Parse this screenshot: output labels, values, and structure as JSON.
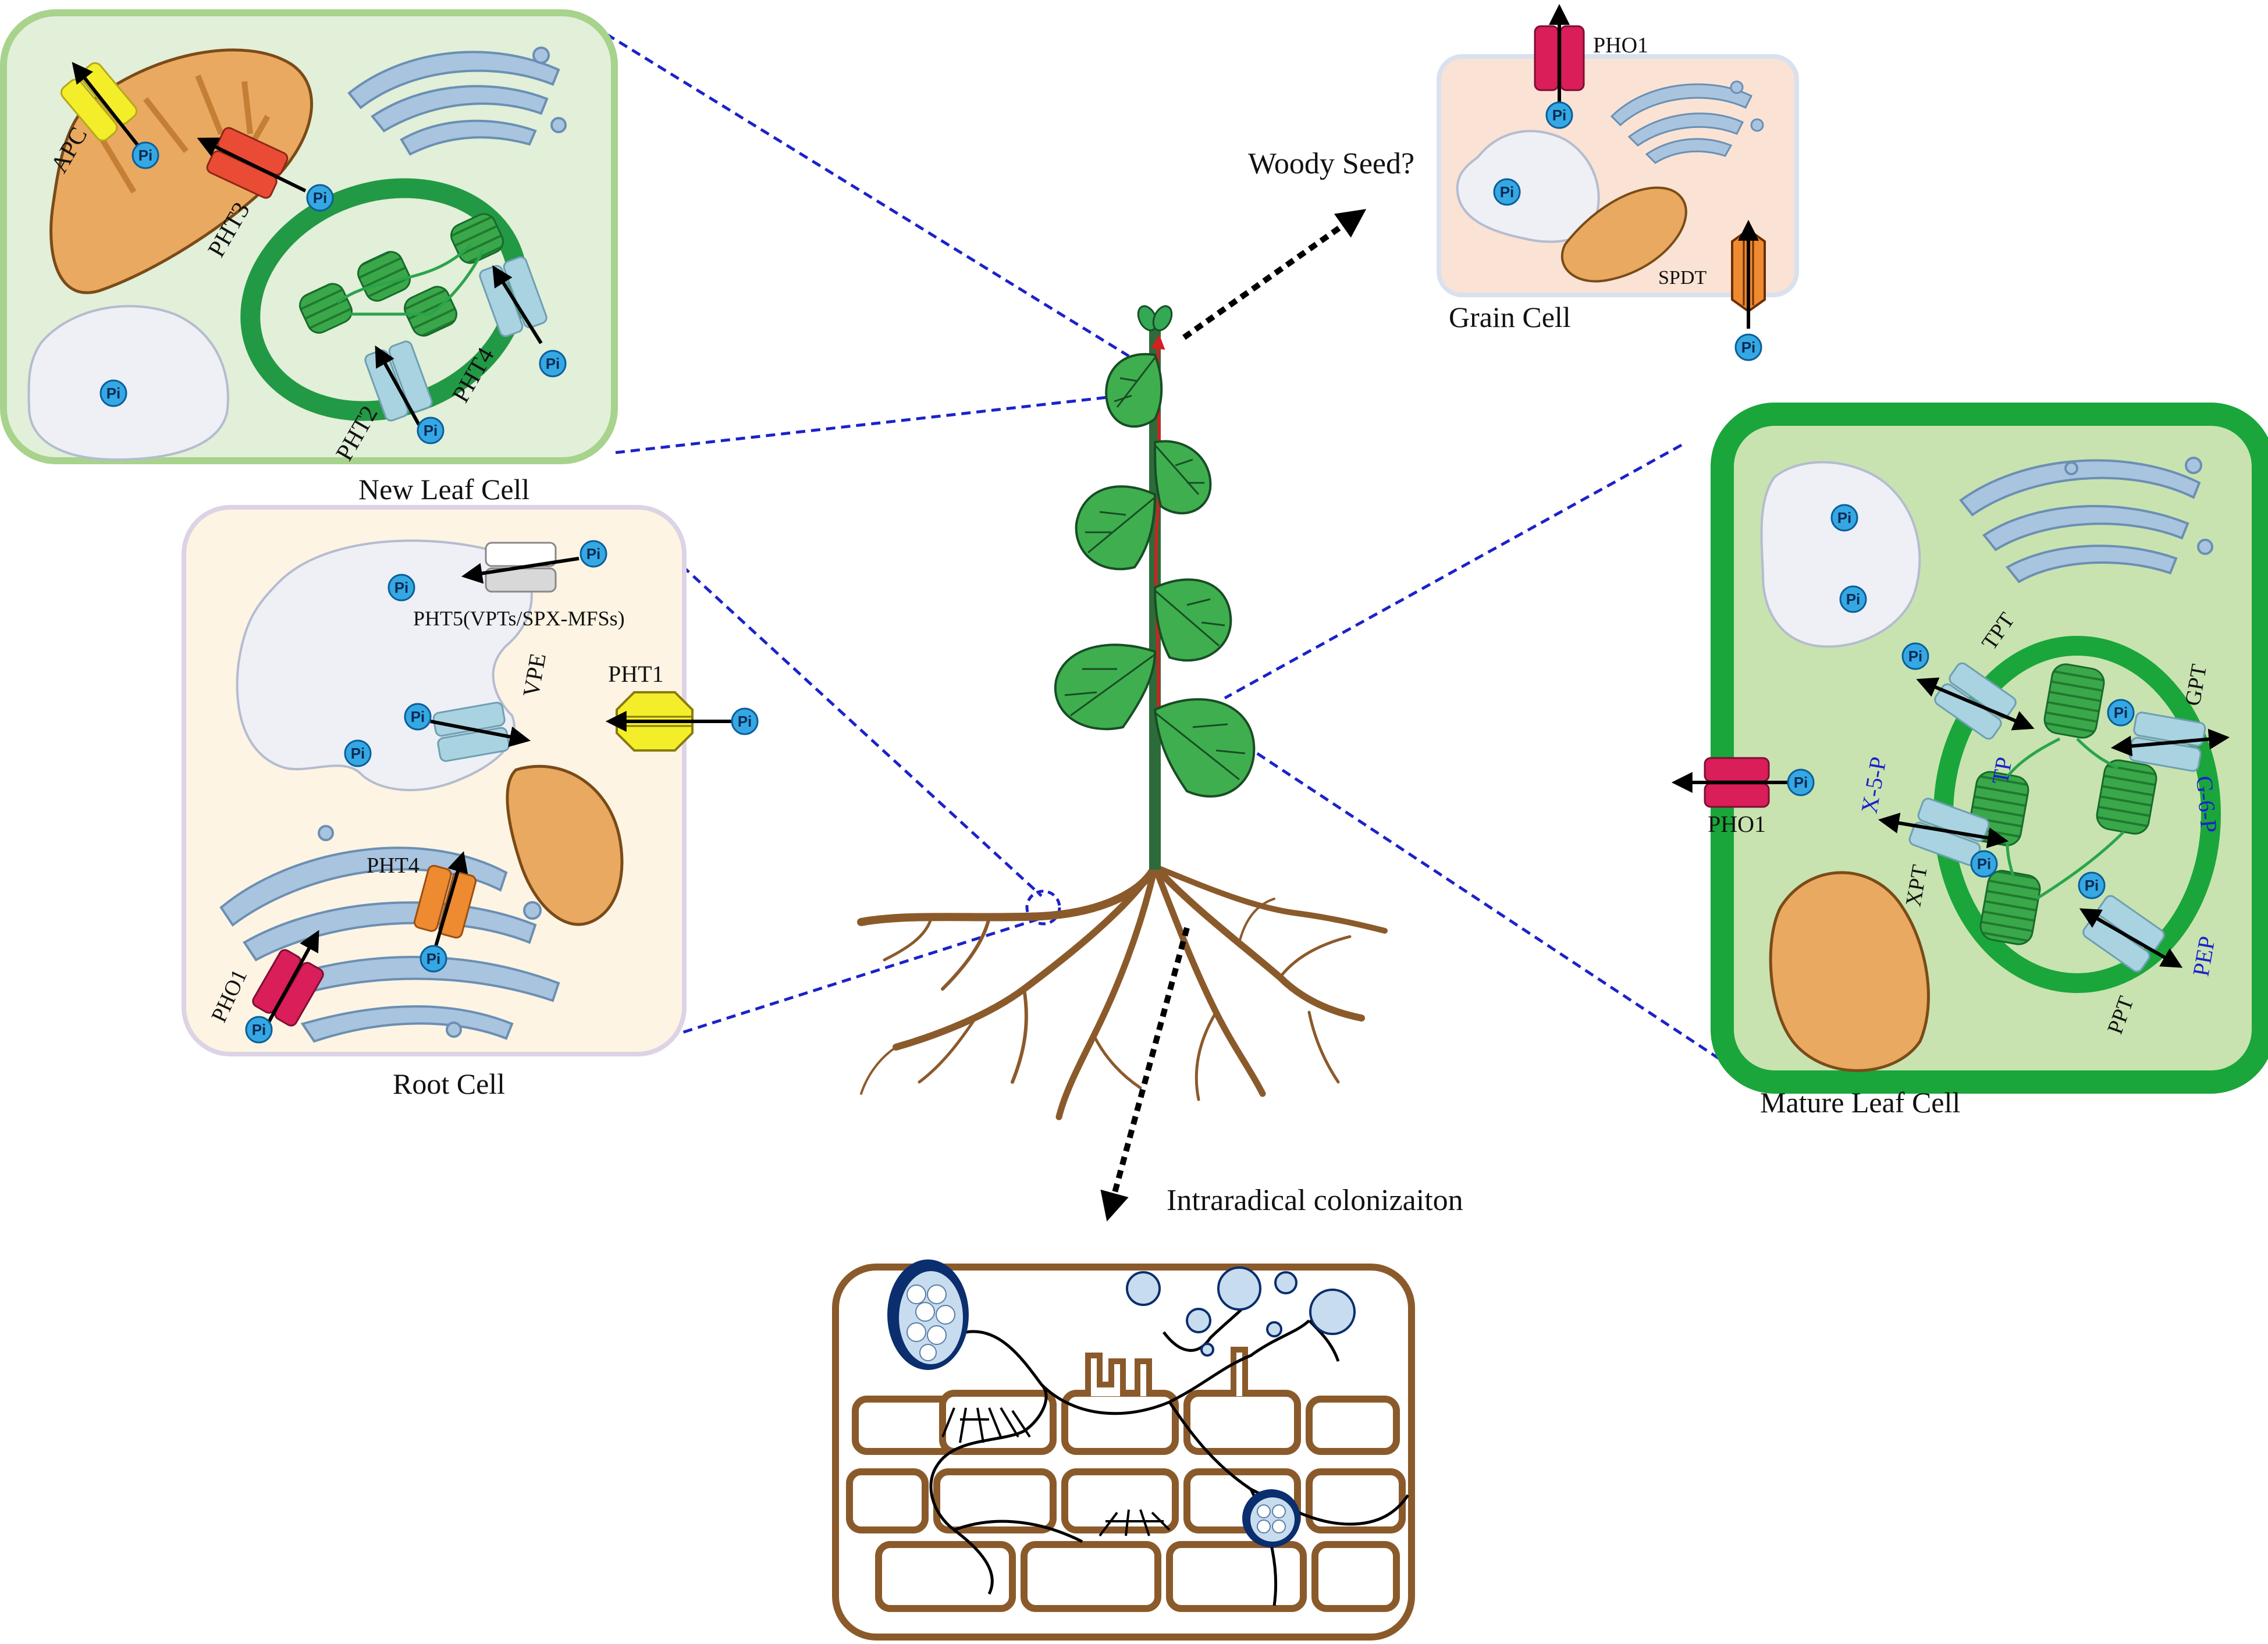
{
  "panels": {
    "new_leaf": {
      "title": "New Leaf Cell"
    },
    "root": {
      "title": "Root Cell"
    },
    "grain": {
      "title": "Grain Cell"
    },
    "mature_leaf": {
      "title": "Mature Leaf Cell"
    }
  },
  "labels": {
    "apc": "APC",
    "pht3": "PHT3",
    "pht2": "PHT2",
    "pht4": "PHT4",
    "pht5": "PHT5(VPTs/SPX-MFSs)",
    "vpe": "VPE",
    "pht1": "PHT1",
    "pho1": "PHO1",
    "spdt": "SPDT",
    "tpt": "TPT",
    "gpt": "GPT",
    "tp": "TP",
    "g6p": "G-6-P",
    "x5p": "X-5-P",
    "xpt": "XPT",
    "ppt": "PPT",
    "pep": "PEP",
    "pi": "Pi"
  },
  "annotations": {
    "woody_seed": "Woody Seed?",
    "intraradical": "Intraradical colonizaiton"
  },
  "colors": {
    "mito": "#E9A960",
    "chloro": "#2e9e3c",
    "vacuole": "#eef0f6",
    "golgi": "#a9c4df",
    "pi_fill": "#35a8e3",
    "pht_blue": "#a9d3e0",
    "apc_yellow": "#f4ee2a",
    "pht3_red": "#ea4b35",
    "pho1_crimson": "#d91e5a",
    "orange": "#ee8a2f",
    "guide_line": "#1b22c9",
    "root_brown": "#8b5a2b"
  }
}
